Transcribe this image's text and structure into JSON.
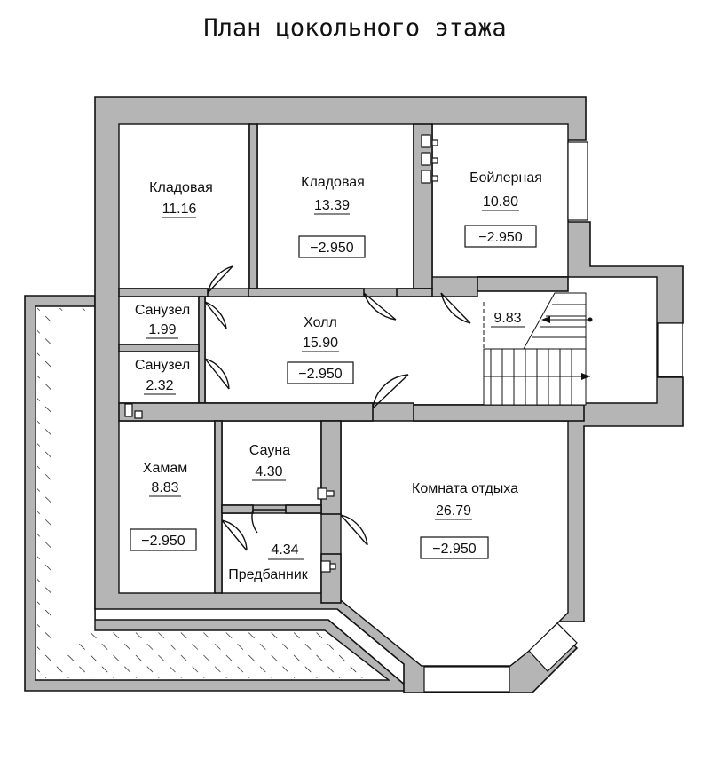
{
  "title": "План цокольного этажа",
  "rooms": [
    {
      "name": "Кладовая",
      "area": "11.16",
      "level": ""
    },
    {
      "name": "Кладовая",
      "area": "13.39",
      "level": "−2.950"
    },
    {
      "name": "Бойлерная",
      "area": "10.80",
      "level": "−2.950"
    },
    {
      "name": "Санузел",
      "area": "1.99",
      "level": ""
    },
    {
      "name": "Санузел",
      "area": "2.32",
      "level": ""
    },
    {
      "name": "Холл",
      "area": "15.90",
      "level": "−2.950"
    },
    {
      "name": "",
      "area": "9.83",
      "level": ""
    },
    {
      "name": "Хамам",
      "area": "8.83",
      "level": "−2.950"
    },
    {
      "name": "Сауна",
      "area": "4.30",
      "level": ""
    },
    {
      "name": "Предбанник",
      "area": "4.34",
      "level": ""
    },
    {
      "name": "Комната отдыха",
      "area": "26.79",
      "level": "−2.950"
    }
  ],
  "colors": {
    "wall": "#b5b5b5",
    "line": "#111111"
  }
}
